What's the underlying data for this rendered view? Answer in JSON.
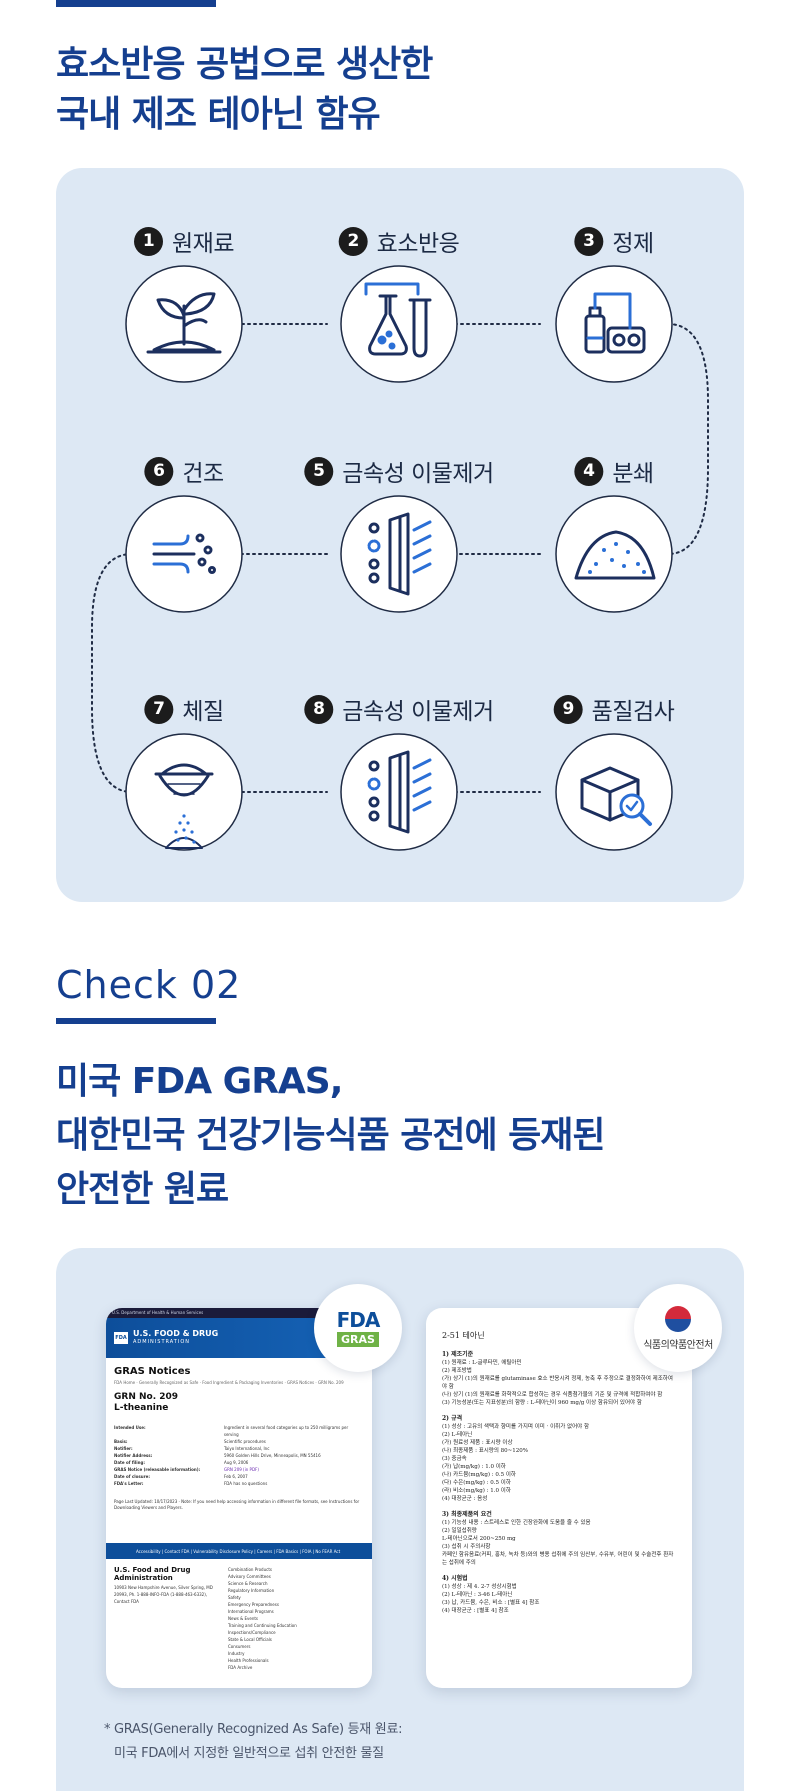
{
  "section1": {
    "heading_line1": "효소반응 공법으로 생산한",
    "heading_line2": "국내 제조 테아닌 함유",
    "steps": [
      {
        "num": "1",
        "label": "원재료",
        "icon": "plant-sprout-icon"
      },
      {
        "num": "2",
        "label": "효소반응",
        "icon": "lab-flask-icon"
      },
      {
        "num": "3",
        "label": "정제",
        "icon": "purification-machine-icon"
      },
      {
        "num": "4",
        "label": "분쇄",
        "icon": "powder-pile-icon"
      },
      {
        "num": "5",
        "label": "금속성 이물제거",
        "icon": "metal-filter-icon"
      },
      {
        "num": "6",
        "label": "건조",
        "icon": "wind-dry-icon"
      },
      {
        "num": "7",
        "label": "체질",
        "icon": "sieve-icon"
      },
      {
        "num": "8",
        "label": "금속성 이물제거",
        "icon": "metal-filter-icon"
      },
      {
        "num": "9",
        "label": "품질검사",
        "icon": "box-inspection-icon"
      }
    ]
  },
  "section2": {
    "check_title": "Check 02",
    "heading_line1": "미국 FDA GRAS,",
    "heading_line2": "대한민국 건강기능식품 공전에 등재된",
    "heading_line3": "안전한 원료",
    "fda_doc": {
      "topbar": "U.S. Department of Health & Human Services",
      "org": "U.S. FOOD & DRUG",
      "org_sub": "ADMINISTRATION",
      "badge": "FDA",
      "title": "GRAS Notices",
      "crumb": "FDA Home · Generally Recognized as Safe · Food Ingredient & Packaging Inventories · GRAS Notices · GRN No. 209",
      "grn": "GRN No. 209",
      "substance": "L-theanine",
      "rows": [
        {
          "k": "Intended Use:",
          "v": "Ingredient in several food categories up to 250 milligrams per serving"
        },
        {
          "k": "Basis:",
          "v": "Scientific procedures"
        },
        {
          "k": "Notifier:",
          "v": "Taiyo International, Inc"
        },
        {
          "k": "Notifier Address:",
          "v": "5960 Golden Hills Drive, Minneapolis, MN 55416"
        },
        {
          "k": "Date of filing:",
          "v": "Aug 9, 2006"
        },
        {
          "k": "GRAS Notice (releasable information):",
          "v": "GRN 209 (in PDF)"
        },
        {
          "k": "Date of closure:",
          "v": "Feb 6, 2007"
        },
        {
          "k": "FDA's Letter:",
          "v": "FDA has no questions"
        }
      ],
      "note": "Page Last Updated: 10/17/2023 · Note: If you need help accessing information in different file formats, see Instructions for Downloading Viewers and Players.",
      "footbar": "Accessibility | Contact FDA | Vulnerability Disclosure Policy | Careers | FDA Basics | FOIA | No FEAR Act",
      "foot_org": "U.S. Food and Drug Administration",
      "foot_addr": "10903 New Hampshire Avenue, Silver Spring, MD 20993, Ph. 1-888-INFO-FDA (1-888-463-6332), Contact FDA",
      "foot_links": [
        "Combination Products",
        "Advisory Committees",
        "Science & Research",
        "Regulatory Information",
        "Safety",
        "Emergency Preparedness",
        "International Programs",
        "News & Events",
        "Training and Continuing Education",
        "Inspections/Compliance",
        "State & Local Officials",
        "Consumers",
        "Industry",
        "Health Professionals",
        "FDA Archive"
      ]
    },
    "kr_doc": {
      "title": "2-51 테아닌",
      "lines": [
        {
          "t": "1) 제조기준",
          "sec": true
        },
        {
          "t": "(1) 원재료 : L-글루타민, 에틸아민",
          "sec": false
        },
        {
          "t": "(2) 제조방법",
          "sec": false
        },
        {
          "t": "(가) 상기 (1)의 원재료를 glutaminase 효소 반응시켜 정제, 농축 후 주정으로 결정화하여 제조하여야 함",
          "sec": false
        },
        {
          "t": "(나) 상기 (1)의 원재료를 화학적으로 합성하는 경우 식품첨가물의 기준 및 규격에 적합하여야 함",
          "sec": false
        },
        {
          "t": "(3) 기능성분(또는 지표성분)의 함량 : L-테아닌이 960 mg/g 이상 함유되어 있어야 함",
          "sec": false
        },
        {
          "t": "2) 규격",
          "sec": true
        },
        {
          "t": "(1) 성상 : 고유의 색택과 향미를 가지며 이미 · 이취가 없어야 함",
          "sec": false
        },
        {
          "t": "(2) L-테아닌",
          "sec": false
        },
        {
          "t": "(가) 원료성 제품 : 표시량 이상",
          "sec": false
        },
        {
          "t": "(나) 최종제품 : 표시량의 80~120%",
          "sec": false
        },
        {
          "t": "(3) 중금속",
          "sec": false
        },
        {
          "t": "(가) 납(mg/kg) : 1.0 이하",
          "sec": false
        },
        {
          "t": "(나) 카드뮴(mg/kg) : 0.5 이하",
          "sec": false
        },
        {
          "t": "(다) 수은(mg/kg) : 0.5 이하",
          "sec": false
        },
        {
          "t": "(라) 비소(mg/kg) : 1.0 이하",
          "sec": false
        },
        {
          "t": "(4) 대장균군 : 음성",
          "sec": false
        },
        {
          "t": "3) 최종제품의 요건",
          "sec": true
        },
        {
          "t": "(1) 기능성 내용 : 스트레스로 인한 긴장완화에 도움을 줄 수 있음",
          "sec": false
        },
        {
          "t": "(2) 일일섭취량",
          "sec": false
        },
        {
          "t": "L-테아닌으로서 200~250 mg",
          "sec": false
        },
        {
          "t": "(3) 섭취 시 주의사항",
          "sec": false
        },
        {
          "t": "카페인 함유음료(커피, 홍차, 녹차 등)와의 병용 섭취에 주의 임산부, 수유부, 어린이 및 수술전후 환자는 섭취에 주의",
          "sec": false
        },
        {
          "t": "4) 시험법",
          "sec": true
        },
        {
          "t": "(1) 성상 : 제 4. 2-7 성상시험법",
          "sec": false
        },
        {
          "t": "(2) L-테아닌 : 3-46 L-테아닌",
          "sec": false
        },
        {
          "t": "(3) 납, 카드뮴, 수은, 비소 : [별표 4] 참조",
          "sec": false
        },
        {
          "t": "(4) 대장균군 : [별표 4] 참조",
          "sec": false
        }
      ]
    },
    "fda_logo_top": "FDA",
    "fda_logo_bottom": "GRAS",
    "kr_logo_text": "식품의약품안전처",
    "footnote_line1": "* GRAS(Generally Recognized As Safe) 등재 원료:",
    "footnote_line2": "미국 FDA에서 지정한 일반적으로 섭취 안전한 물질"
  },
  "colors": {
    "navy": "#153f8f",
    "panel": "#dde8f4",
    "icon_navy": "#1c2f5e",
    "icon_blue": "#2b6fd6"
  }
}
